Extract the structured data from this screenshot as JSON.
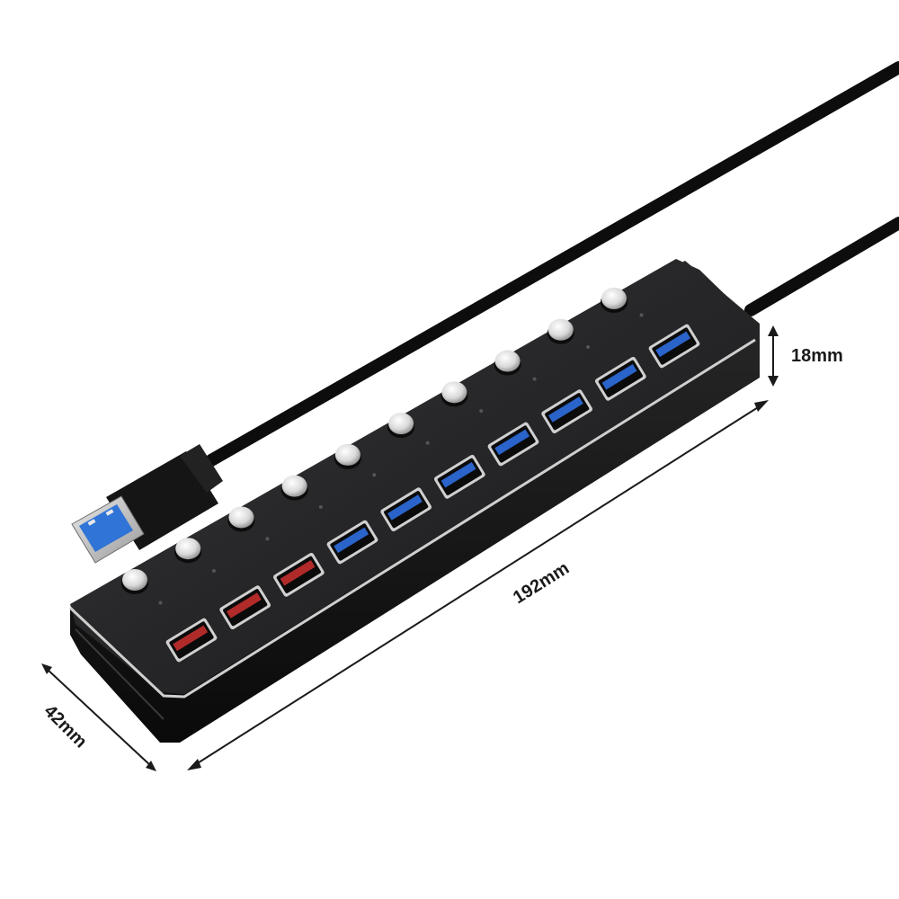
{
  "product": {
    "ports": [
      {
        "type": "red"
      },
      {
        "type": "red"
      },
      {
        "type": "red"
      },
      {
        "type": "blue"
      },
      {
        "type": "blue"
      },
      {
        "type": "blue"
      },
      {
        "type": "blue"
      },
      {
        "type": "blue"
      },
      {
        "type": "blue"
      },
      {
        "type": "blue"
      }
    ],
    "colors": {
      "body": "#141414",
      "top": "#2b2b2d",
      "port_red": "#b02a2a",
      "port_blue": "#2a63c9",
      "plug_blue": "#2f74d6",
      "button": "#e6e6e6"
    }
  },
  "dimensions": {
    "height": "18mm",
    "length": "192mm",
    "width": "42mm"
  }
}
